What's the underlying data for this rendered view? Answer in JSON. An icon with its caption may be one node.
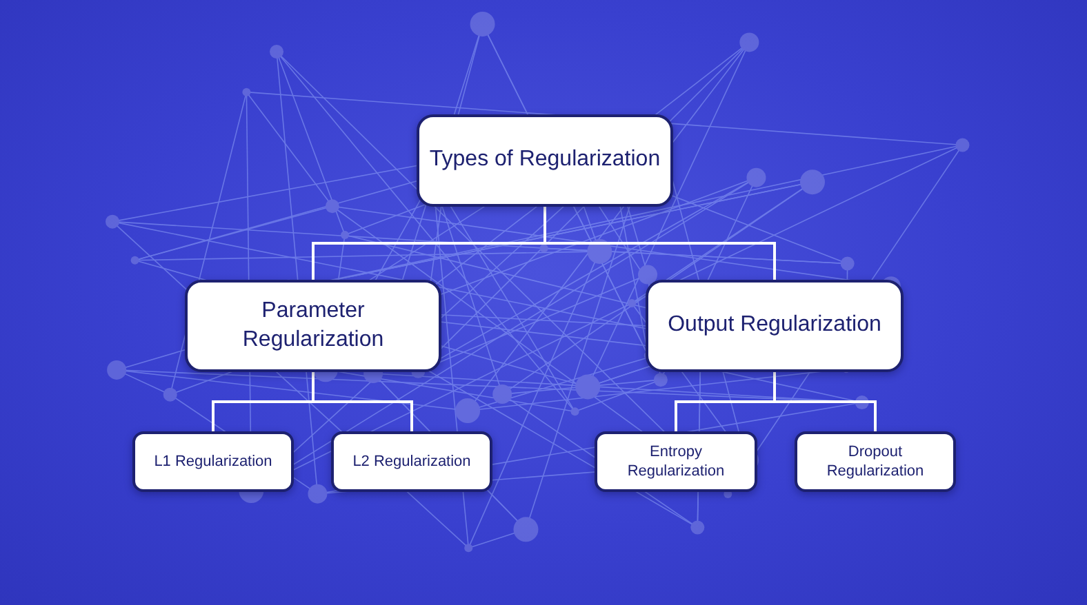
{
  "diagram": {
    "nodes": [
      {
        "text": [
          "Types of Regularization"
        ]
      },
      {
        "text": [
          "Parameter Regularization"
        ]
      },
      {
        "text": [
          "Output Regularization"
        ]
      },
      {
        "text": [
          "L1 Regularization"
        ]
      },
      {
        "text": [
          "L2 Regularization"
        ]
      },
      {
        "text": [
          "Entropy Regularization"
        ]
      },
      {
        "text": [
          "Dropout Regularization"
        ]
      }
    ],
    "edges": [
      {
        "from": 0,
        "to": 1,
        "arrow": "none"
      },
      {
        "from": 0,
        "to": 2,
        "arrow": "none"
      },
      {
        "from": 1,
        "to": 3,
        "arrow": "none"
      },
      {
        "from": 1,
        "to": 4,
        "arrow": "none"
      },
      {
        "from": 2,
        "to": 5,
        "arrow": "none"
      },
      {
        "from": 2,
        "to": 6,
        "arrow": "none"
      }
    ]
  }
}
